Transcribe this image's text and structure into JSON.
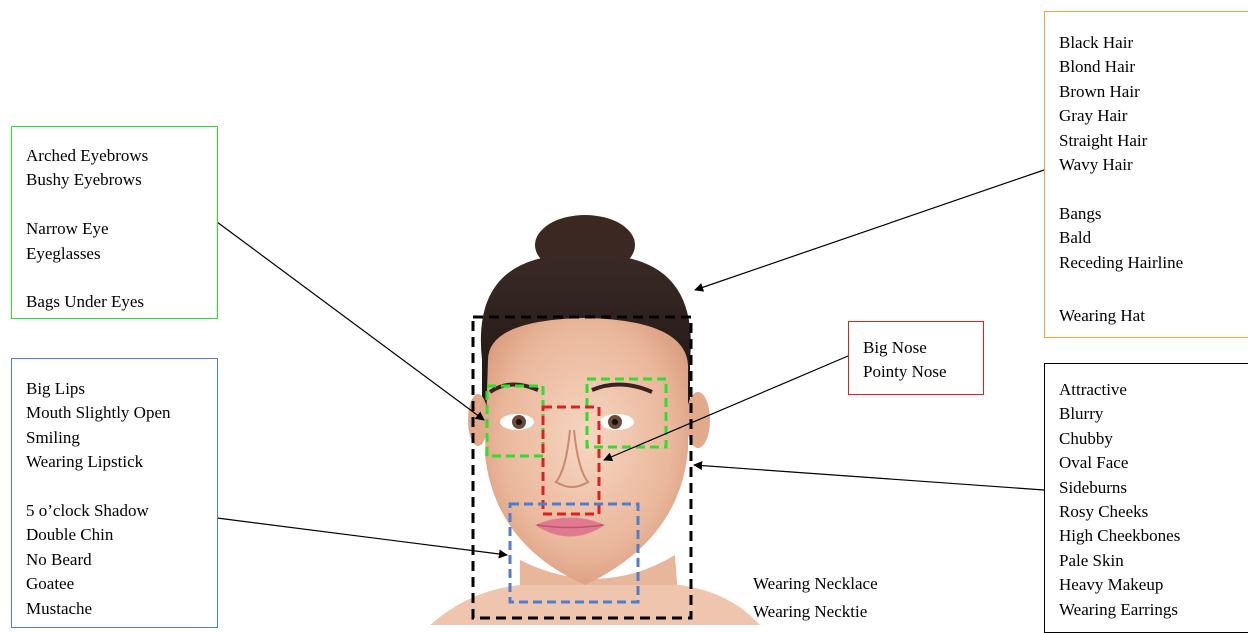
{
  "colors": {
    "eyes": "#2ee02e",
    "nose": "#e02020",
    "mouth": "#4f7ed0",
    "hair": "#f5a040",
    "face": "#000000"
  },
  "eyes_box": {
    "groups": [
      [
        "Arched Eyebrows",
        "Bushy Eyebrows"
      ],
      [
        "Narrow Eye",
        "Eyeglasses"
      ],
      [
        "Bags Under Eyes"
      ]
    ]
  },
  "mouth_box": {
    "groups": [
      [
        "Big Lips",
        "Mouth Slightly Open",
        "Smiling",
        "Wearing Lipstick"
      ],
      [
        "5 o’clock Shadow",
        "Double Chin",
        "No Beard",
        "Goatee",
        "Mustache"
      ]
    ]
  },
  "hair_box": {
    "groups": [
      [
        "Black Hair",
        "Blond Hair",
        "Brown Hair",
        "Gray Hair",
        "Straight Hair",
        "Wavy Hair"
      ],
      [
        "Bangs",
        "Bald",
        "Receding Hairline"
      ],
      [
        "Wearing Hat"
      ]
    ]
  },
  "nose_box": {
    "groups": [
      [
        "Big Nose",
        "Pointy Nose"
      ]
    ]
  },
  "face_box": {
    "groups": [
      [
        "Attractive",
        "Blurry",
        "Chubby",
        "Oval Face",
        "Sideburns",
        "Rosy Cheeks",
        "High Cheekbones",
        "Pale Skin",
        "Heavy Makeup",
        "Wearing Earrings"
      ]
    ]
  },
  "neck_labels": [
    "Wearing Necklace",
    "Wearing Necktie"
  ]
}
